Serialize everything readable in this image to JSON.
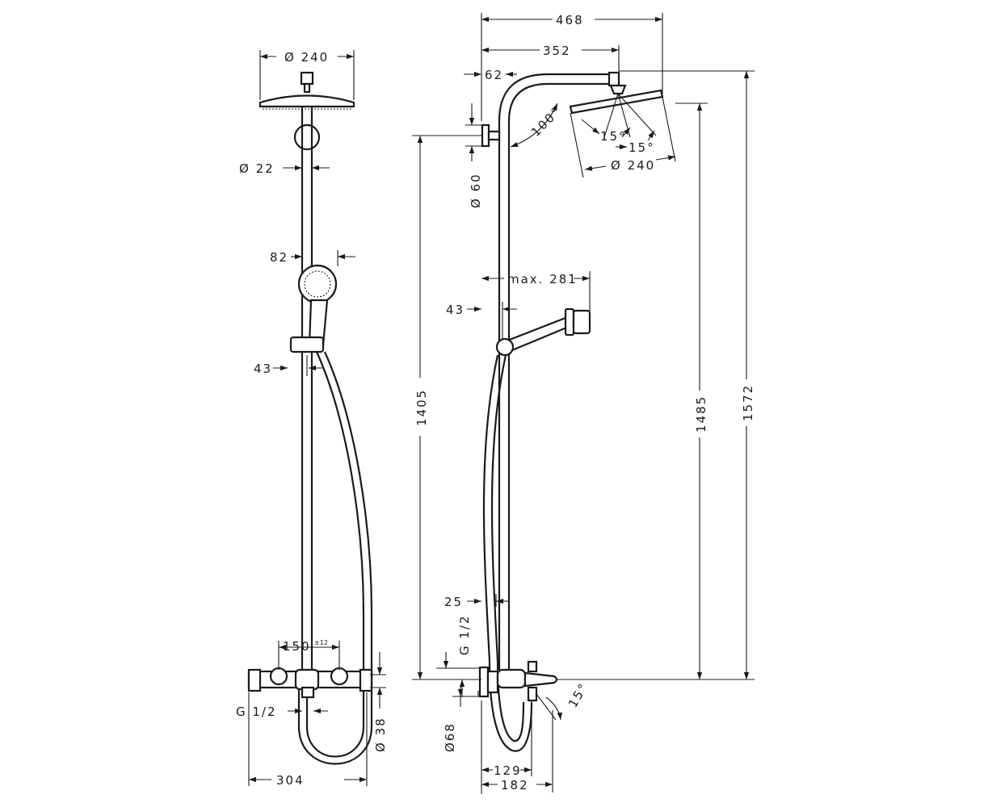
{
  "front_view": {
    "head_diameter": "Ø 240",
    "pipe_diameter": "Ø 22",
    "handshower_width": "82",
    "hose_offset": "43",
    "inlet_spacing": "150",
    "inlet_tolerance": "±12",
    "inlet_thread": "G 1/2",
    "outlet_diameter": "Ø 38",
    "mixer_width": "304"
  },
  "side_view": {
    "head_reach": "468",
    "arm_reach": "352",
    "arm_offset": "62",
    "arm_angle": "100°",
    "head_tilt_left": "15°",
    "head_tilt_right": "15°",
    "head_diameter": "Ø 240",
    "bracket_diameter": "Ø 60",
    "handshower_reach": "max. 281",
    "holder_offset": "43",
    "bar_length": "1405",
    "head_height_1": "1485",
    "head_height_2": "1572",
    "rail_offset": "25",
    "inlet_thread": "G 1/2",
    "escutcheon_diameter": "Ø68",
    "spout_angle": "15°",
    "spout_depth_1": "129",
    "spout_depth_2": "182"
  }
}
